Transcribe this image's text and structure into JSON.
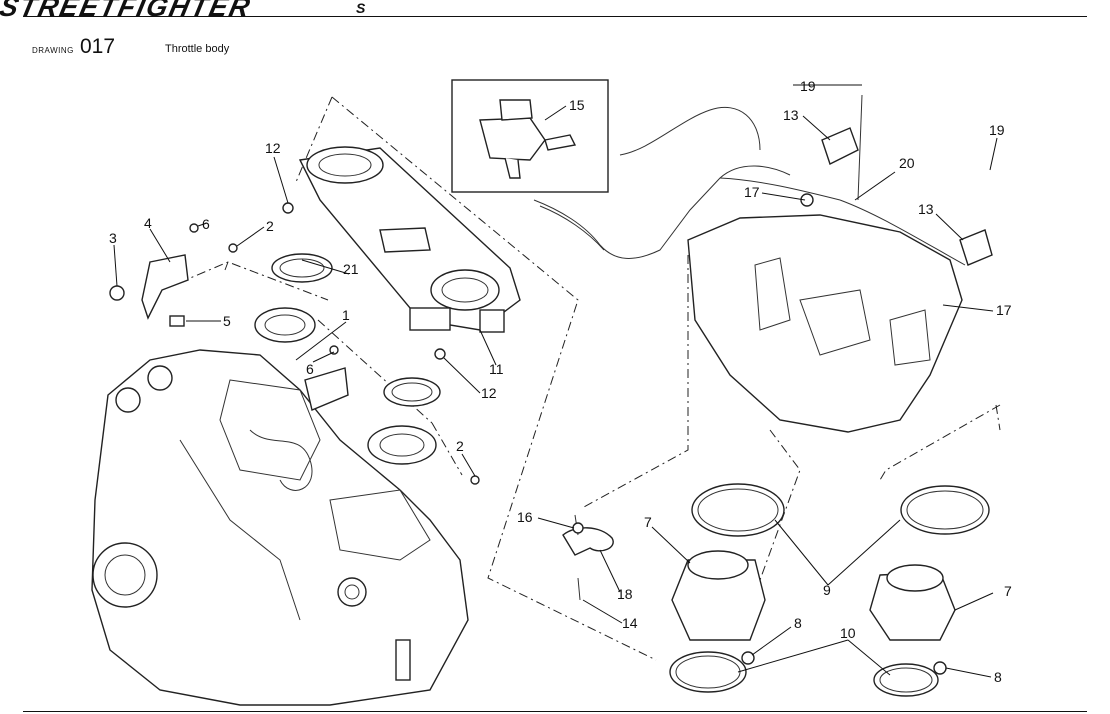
{
  "header": {
    "brand": "STREETFIGHTER",
    "brand_suffix": "S",
    "drawing_label": "DRAWING",
    "drawing_number": "017",
    "drawing_title": "Throttle body"
  },
  "callouts": {
    "c1": "1",
    "c2a": "2",
    "c2b": "2",
    "c3": "3",
    "c4": "4",
    "c5": "5",
    "c6a": "6",
    "c6b": "6",
    "c7a": "7",
    "c7b": "7",
    "c8a": "8",
    "c8b": "8",
    "c9": "9",
    "c10": "10",
    "c11": "11",
    "c12a": "12",
    "c12b": "12",
    "c13a": "13",
    "c13b": "13",
    "c14": "14",
    "c15": "15",
    "c16": "16",
    "c17a": "17",
    "c17b": "17",
    "c18": "18",
    "c19a": "19",
    "c19b": "19",
    "c20": "20",
    "c21": "21"
  }
}
